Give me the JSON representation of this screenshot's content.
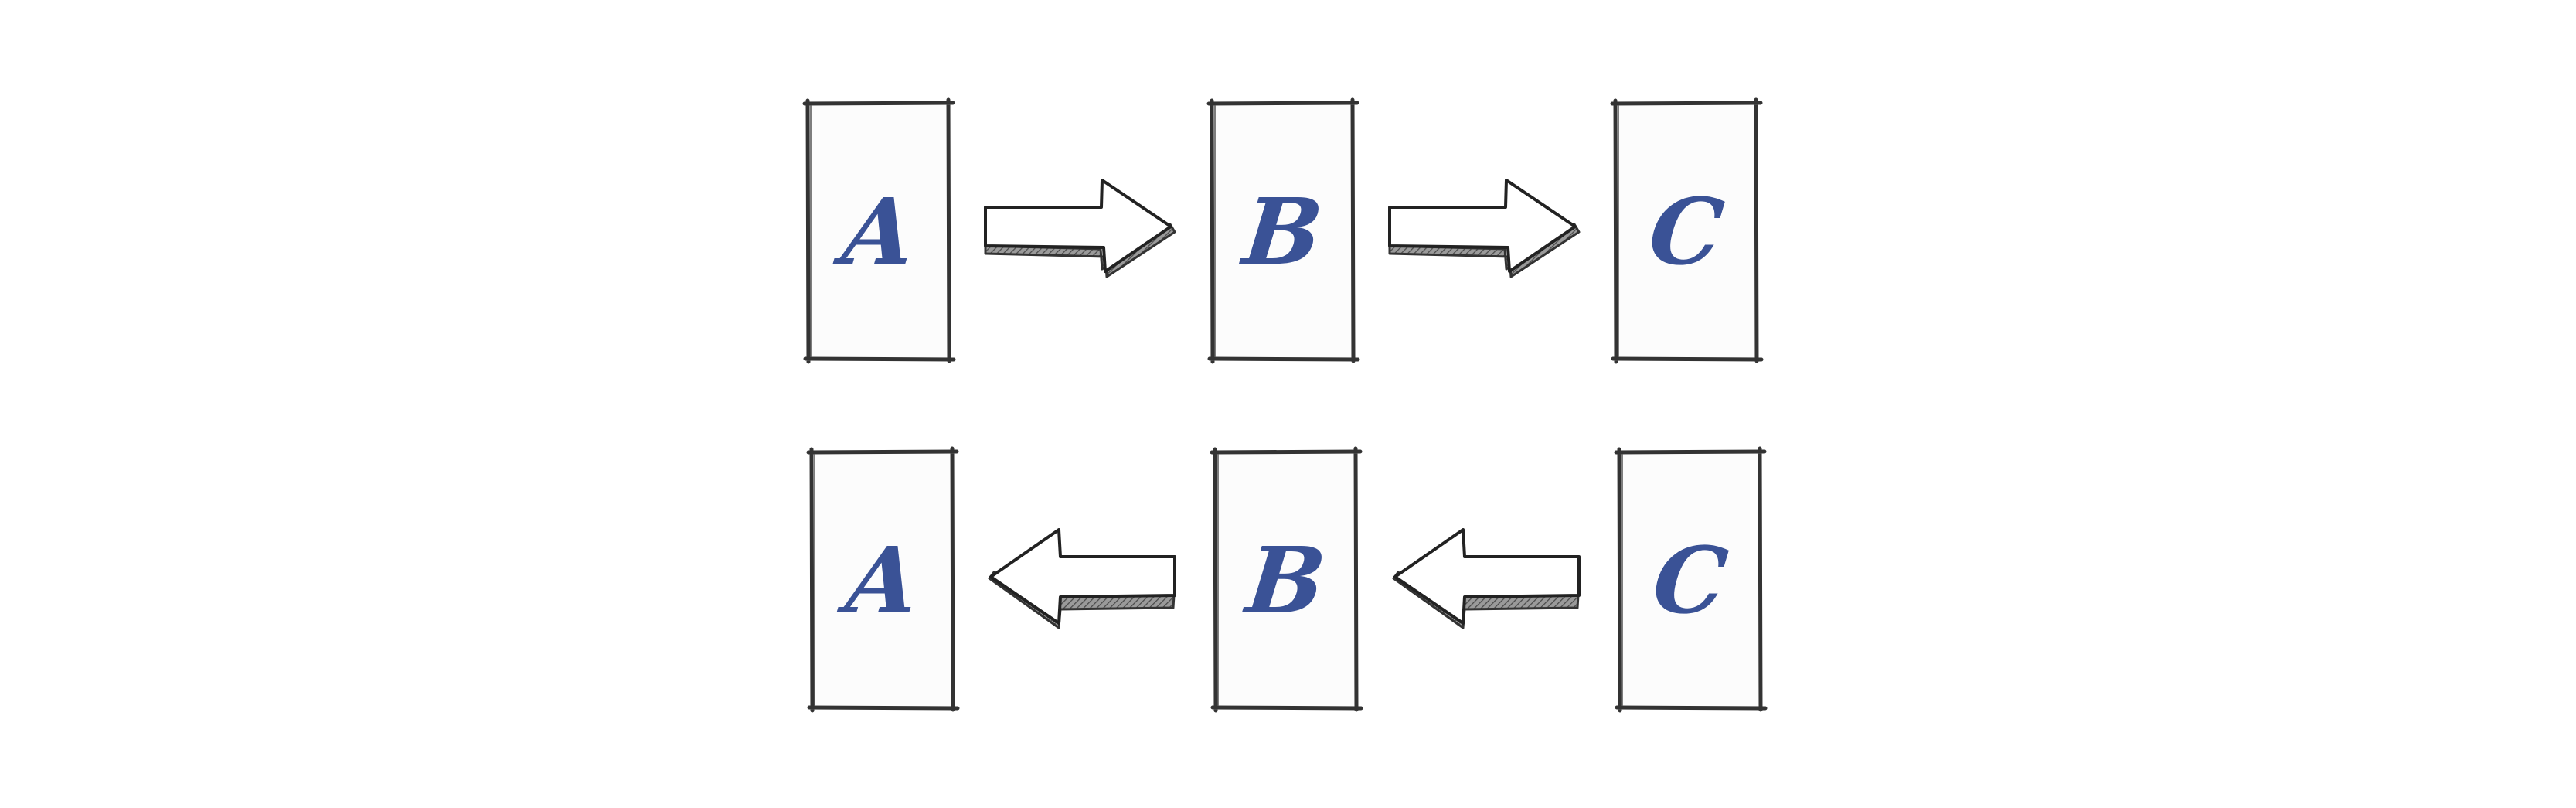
{
  "rows": [
    {
      "direction": "right",
      "nodes": [
        {
          "label": "A"
        },
        {
          "label": "B"
        },
        {
          "label": "C"
        }
      ]
    },
    {
      "direction": "left",
      "nodes": [
        {
          "label": "A"
        },
        {
          "label": "B"
        },
        {
          "label": "C"
        }
      ]
    }
  ],
  "colors": {
    "label": "#3a5296",
    "stroke": "#333333",
    "box_fill": "#fcfcfc",
    "arrow_shadow": "#7a7a7a"
  }
}
